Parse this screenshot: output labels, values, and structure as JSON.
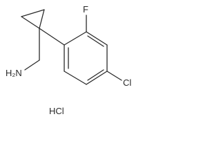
{
  "structure": {
    "atoms": {
      "fluorine": "F",
      "amine": "H₂N",
      "chlorine": "Cl",
      "salt": "HCl"
    },
    "bond_color": "#2a2a2a",
    "label_color": "#2a2a2a"
  }
}
